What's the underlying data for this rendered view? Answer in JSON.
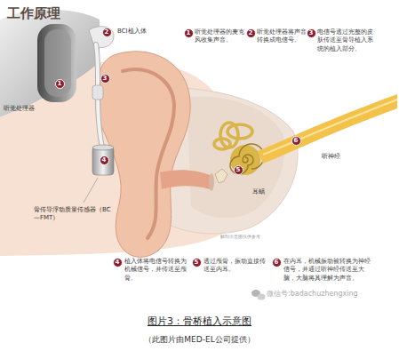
{
  "diagram": {
    "title": "工作原理",
    "caption": "图片3：骨桥植入示意图",
    "nodes": [
      {
        "text": [
          "1"
        ]
      },
      {
        "text": [
          "2"
        ]
      },
      {
        "text": [
          "3"
        ]
      },
      {
        "text": [
          "4"
        ]
      },
      {
        "text": [
          "5"
        ]
      },
      {
        "text": [
          "6"
        ]
      },
      {
        "text": [
          "1"
        ]
      },
      {
        "text": [
          "2"
        ]
      },
      {
        "text": [
          "3"
        ]
      },
      {
        "text": [
          "4"
        ]
      },
      {
        "text": [
          "5"
        ]
      },
      {
        "text": [
          "6"
        ]
      }
    ],
    "edges": [],
    "labels": [
      "听觉处理器",
      "BCI植入体",
      "骨传导浮动质量传感器（BC—FMT）",
      "耳蜗",
      "听神经",
      "解剖示意图仅供参考",
      "听觉处理器的麦克风收集声音。",
      "听觉处理器将声音转换成电信号。",
      "电信号透过完整的皮肤传送至骨导植入系统的植入部分。",
      "植入体将电信号转换为机械信号，并传送至颅骨。",
      "透过颅骨，振动直接传送至内耳。",
      "在内耳，机械振动被转换为神经信号，并通过听神经传送至大脑，大脑将其理解为声音。",
      "微信号:badachuzhengxing",
      "（此图片由MED-EL公司提供）"
    ]
  }
}
